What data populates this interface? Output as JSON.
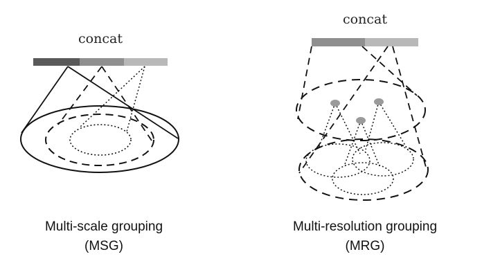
{
  "left_panel": {
    "concat_label": "concat",
    "caption_line1": "Multi-scale grouping",
    "caption_line2": "(MSG)",
    "bar_colors": [
      "#5a5a5a",
      "#8f8f8f",
      "#b8b8b8"
    ]
  },
  "right_panel": {
    "concat_label": "concat",
    "caption_line1": "Multi-resolution grouping",
    "caption_line2": "(MRG)",
    "bar_colors": [
      "#8f8f8f",
      "#b8b8b8"
    ],
    "point_color": "#9a9a9a"
  }
}
